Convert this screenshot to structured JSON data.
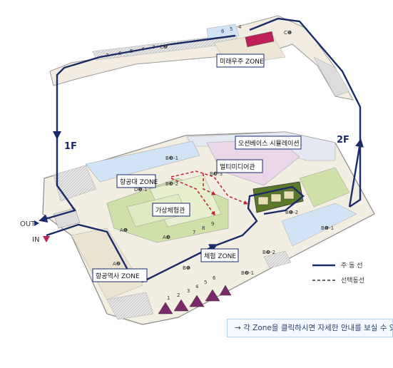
{
  "zones": {
    "future_space": "미래우주 ZONE",
    "ocean_base": "오션베이스 시뮬레이션",
    "multimedia": "멀티미디어관",
    "airport": "항공대 ZONE",
    "virtual": "가상체험관",
    "experience": "체험 ZONE",
    "aviation_history": "항공역사 ZONE"
  },
  "floors": {
    "first": "1F",
    "second": "2F"
  },
  "entrances": {
    "out": "OUT",
    "in": "IN"
  },
  "legend": {
    "main_route": "주 동 선",
    "optional_route": "선택동선"
  },
  "notice": "→ 각 Zone을 클릭하시면 자세한 안내를 보실 수 있습니다",
  "markers": {
    "c1": "C❶",
    "c2": "C❷",
    "b31": "B❸-1",
    "b32": "B❸-2",
    "b33": "B❸-3",
    "d1": "D❶-1",
    "a1": "A❶",
    "a2": "A❷",
    "a3": "A❸",
    "b11": "B❶-1",
    "b12": "B❶-2",
    "b21": "B❷-1",
    "b22": "B❷-2",
    "b1": "B❶"
  },
  "colors": {
    "route": "#1a2a6a",
    "optional": "#c0202a",
    "floor": "#f3eee2",
    "green": "#cfe0a8"
  }
}
